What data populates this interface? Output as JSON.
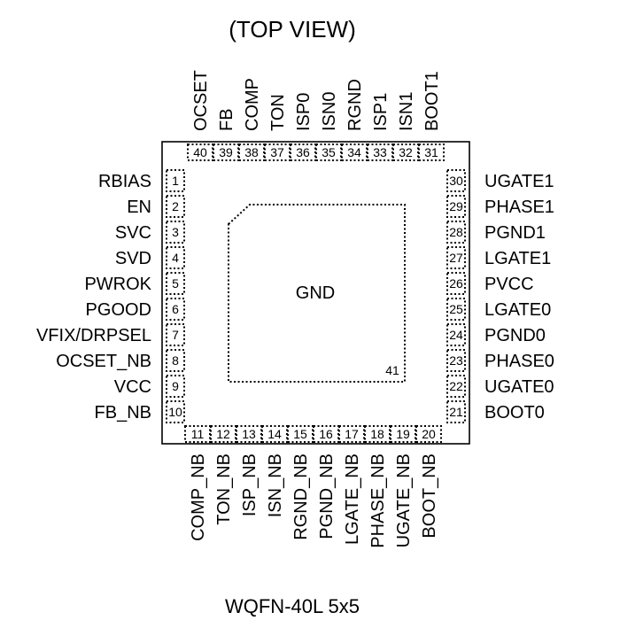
{
  "title": "(TOP VIEW)",
  "package": "WQFN-40L 5x5",
  "gnd": {
    "label": "GND",
    "number": "41"
  },
  "pins": {
    "left": [
      {
        "num": "1",
        "name": "RBIAS"
      },
      {
        "num": "2",
        "name": "EN"
      },
      {
        "num": "3",
        "name": "SVC"
      },
      {
        "num": "4",
        "name": "SVD"
      },
      {
        "num": "5",
        "name": "PWROK"
      },
      {
        "num": "6",
        "name": "PGOOD"
      },
      {
        "num": "7",
        "name": "VFIX/DRPSEL"
      },
      {
        "num": "8",
        "name": "OCSET_NB"
      },
      {
        "num": "9",
        "name": "VCC"
      },
      {
        "num": "10",
        "name": "FB_NB"
      }
    ],
    "bottom": [
      {
        "num": "11",
        "name": "COMP_NB"
      },
      {
        "num": "12",
        "name": "TON_NB"
      },
      {
        "num": "13",
        "name": "ISP_NB"
      },
      {
        "num": "14",
        "name": "ISN_NB"
      },
      {
        "num": "15",
        "name": "RGND_NB"
      },
      {
        "num": "16",
        "name": "PGND_NB"
      },
      {
        "num": "17",
        "name": "LGATE_NB"
      },
      {
        "num": "18",
        "name": "PHASE_NB"
      },
      {
        "num": "19",
        "name": "UGATE_NB"
      },
      {
        "num": "20",
        "name": "BOOT_NB"
      }
    ],
    "right": [
      {
        "num": "21",
        "name": "BOOT0"
      },
      {
        "num": "22",
        "name": "UGATE0"
      },
      {
        "num": "23",
        "name": "PHASE0"
      },
      {
        "num": "24",
        "name": "PGND0"
      },
      {
        "num": "25",
        "name": "LGATE0"
      },
      {
        "num": "26",
        "name": "PVCC"
      },
      {
        "num": "27",
        "name": "LGATE1"
      },
      {
        "num": "28",
        "name": "PGND1"
      },
      {
        "num": "29",
        "name": "PHASE1"
      },
      {
        "num": "30",
        "name": "UGATE1"
      }
    ],
    "top": [
      {
        "num": "31",
        "name": "BOOT1"
      },
      {
        "num": "32",
        "name": "ISN1"
      },
      {
        "num": "33",
        "name": "ISP1"
      },
      {
        "num": "34",
        "name": "RGND"
      },
      {
        "num": "35",
        "name": "ISN0"
      },
      {
        "num": "36",
        "name": "ISP0"
      },
      {
        "num": "37",
        "name": "TON"
      },
      {
        "num": "38",
        "name": "COMP"
      },
      {
        "num": "39",
        "name": "FB"
      },
      {
        "num": "40",
        "name": "OCSET"
      }
    ]
  }
}
